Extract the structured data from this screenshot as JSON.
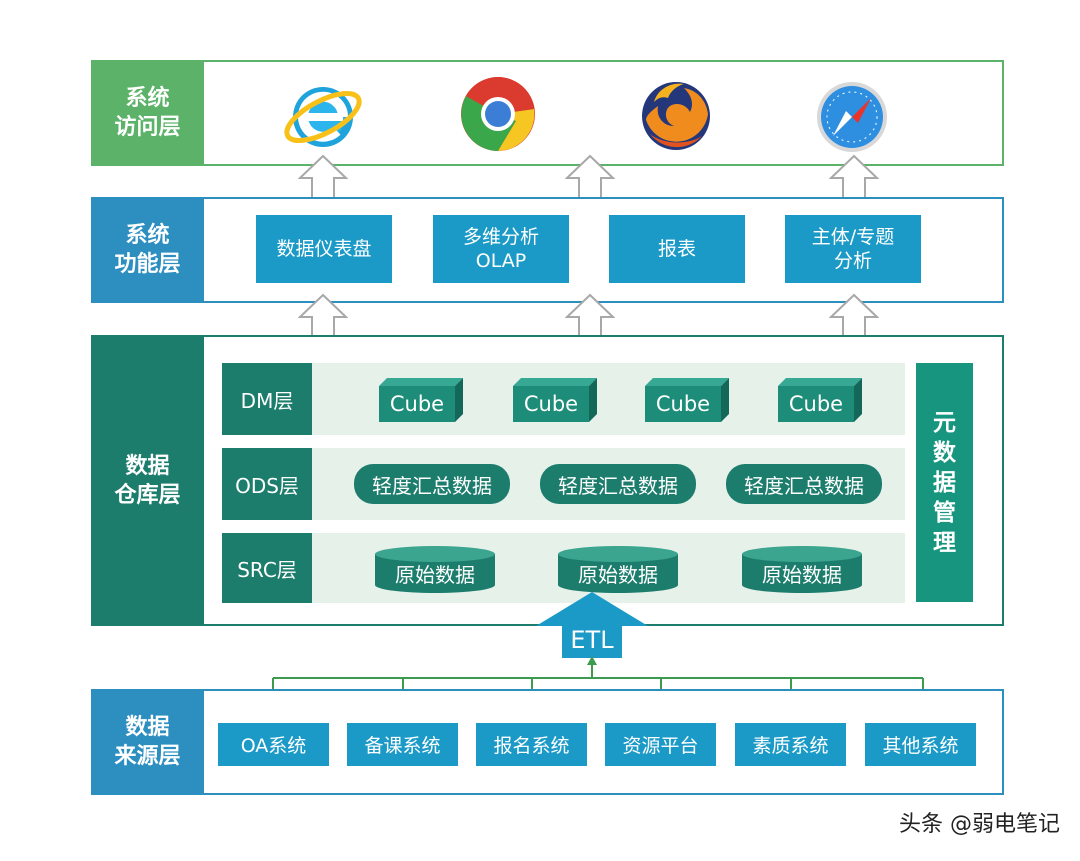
{
  "access_layer": {
    "label_line1": "系统",
    "label_line2": "访问层",
    "browsers": [
      "ie-icon",
      "chrome-icon",
      "firefox-icon",
      "safari-icon"
    ]
  },
  "function_layer": {
    "label_line1": "系统",
    "label_line2": "功能层",
    "items": [
      {
        "line1": "数据仪表盘",
        "line2": ""
      },
      {
        "line1": "多维分析",
        "line2": "OLAP"
      },
      {
        "line1": "报表",
        "line2": ""
      },
      {
        "line1": "主体/专题",
        "line2": "分析"
      }
    ]
  },
  "warehouse_layer": {
    "label_line1": "数据",
    "label_line2": "仓库层",
    "dm_label": "DM层",
    "ods_label": "ODS层",
    "src_label": "SRC层",
    "cubes": [
      "Cube",
      "Cube",
      "Cube",
      "Cube"
    ],
    "ods_items": [
      "轻度汇总数据",
      "轻度汇总数据",
      "轻度汇总数据"
    ],
    "src_items": [
      "原始数据",
      "原始数据",
      "原始数据"
    ],
    "meta_chars": [
      "元",
      "数",
      "据",
      "管",
      "理"
    ]
  },
  "etl_label": "ETL",
  "source_layer": {
    "label_line1": "数据",
    "label_line2": "来源层",
    "systems": [
      "OA系统",
      "备课系统",
      "报名系统",
      "资源平台",
      "素质系统",
      "其他系统"
    ]
  },
  "watermark": "头条 @弱电笔记",
  "colors": {
    "green": "#5cb268",
    "blue": "#2d8ec0",
    "teal": "#1d7d6d",
    "light_blue": "#1b9ac7"
  }
}
